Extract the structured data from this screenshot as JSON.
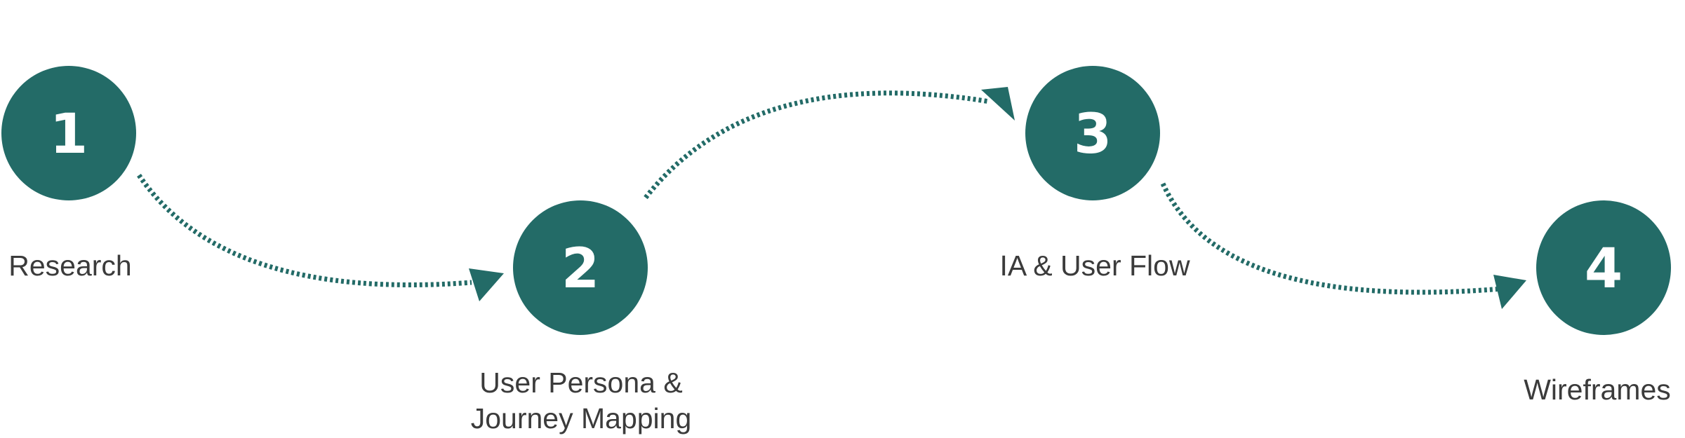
{
  "diagram": {
    "accent_color": "#236b67",
    "text_color": "#3b3b3b",
    "steps": [
      {
        "number": "1",
        "label_lines": [
          "Research"
        ]
      },
      {
        "number": "2",
        "label_lines": [
          "User Persona &",
          "Journey Mapping"
        ]
      },
      {
        "number": "3",
        "label_lines": [
          "IA & User Flow"
        ]
      },
      {
        "number": "4",
        "label_lines": [
          "Wireframes"
        ]
      }
    ],
    "connectors": [
      {
        "from": "1",
        "to": "2"
      },
      {
        "from": "2",
        "to": "3"
      },
      {
        "from": "3",
        "to": "4"
      }
    ]
  }
}
